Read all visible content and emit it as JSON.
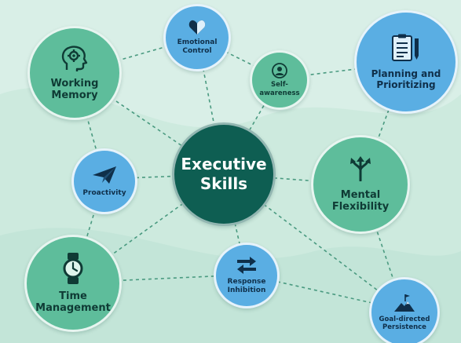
{
  "center": {
    "label": "Executive\nSkills"
  },
  "nodes": {
    "working_memory": {
      "label": "Working\nMemory",
      "icon": "head-gear-icon"
    },
    "emotional_control": {
      "label": "Emotional\nControl",
      "icon": "heart-icon"
    },
    "self_awareness": {
      "label": "Self-\nawareness",
      "icon": "person-icon"
    },
    "planning": {
      "label": "Planning and\nPrioritizing",
      "icon": "clipboard-pen-icon"
    },
    "proactivity": {
      "label": "Proactivity",
      "icon": "paper-plane-icon"
    },
    "mental_flexibility": {
      "label": "Mental\nFlexibility",
      "icon": "diverging-arrows-icon"
    },
    "time_management": {
      "label": "Time\nManagement",
      "icon": "watch-icon"
    },
    "response_inhibition": {
      "label": "Response\nInhibition",
      "icon": "swap-arrows-icon"
    },
    "goal_persistence": {
      "label": "Goal-directed\nPersistence",
      "icon": "mountain-flag-icon"
    }
  },
  "colors": {
    "background": "#d9efe7",
    "node_green": "#5ebd9b",
    "node_blue": "#5aaee3",
    "center": "#0e5e52",
    "connector": "#4a9a80"
  }
}
